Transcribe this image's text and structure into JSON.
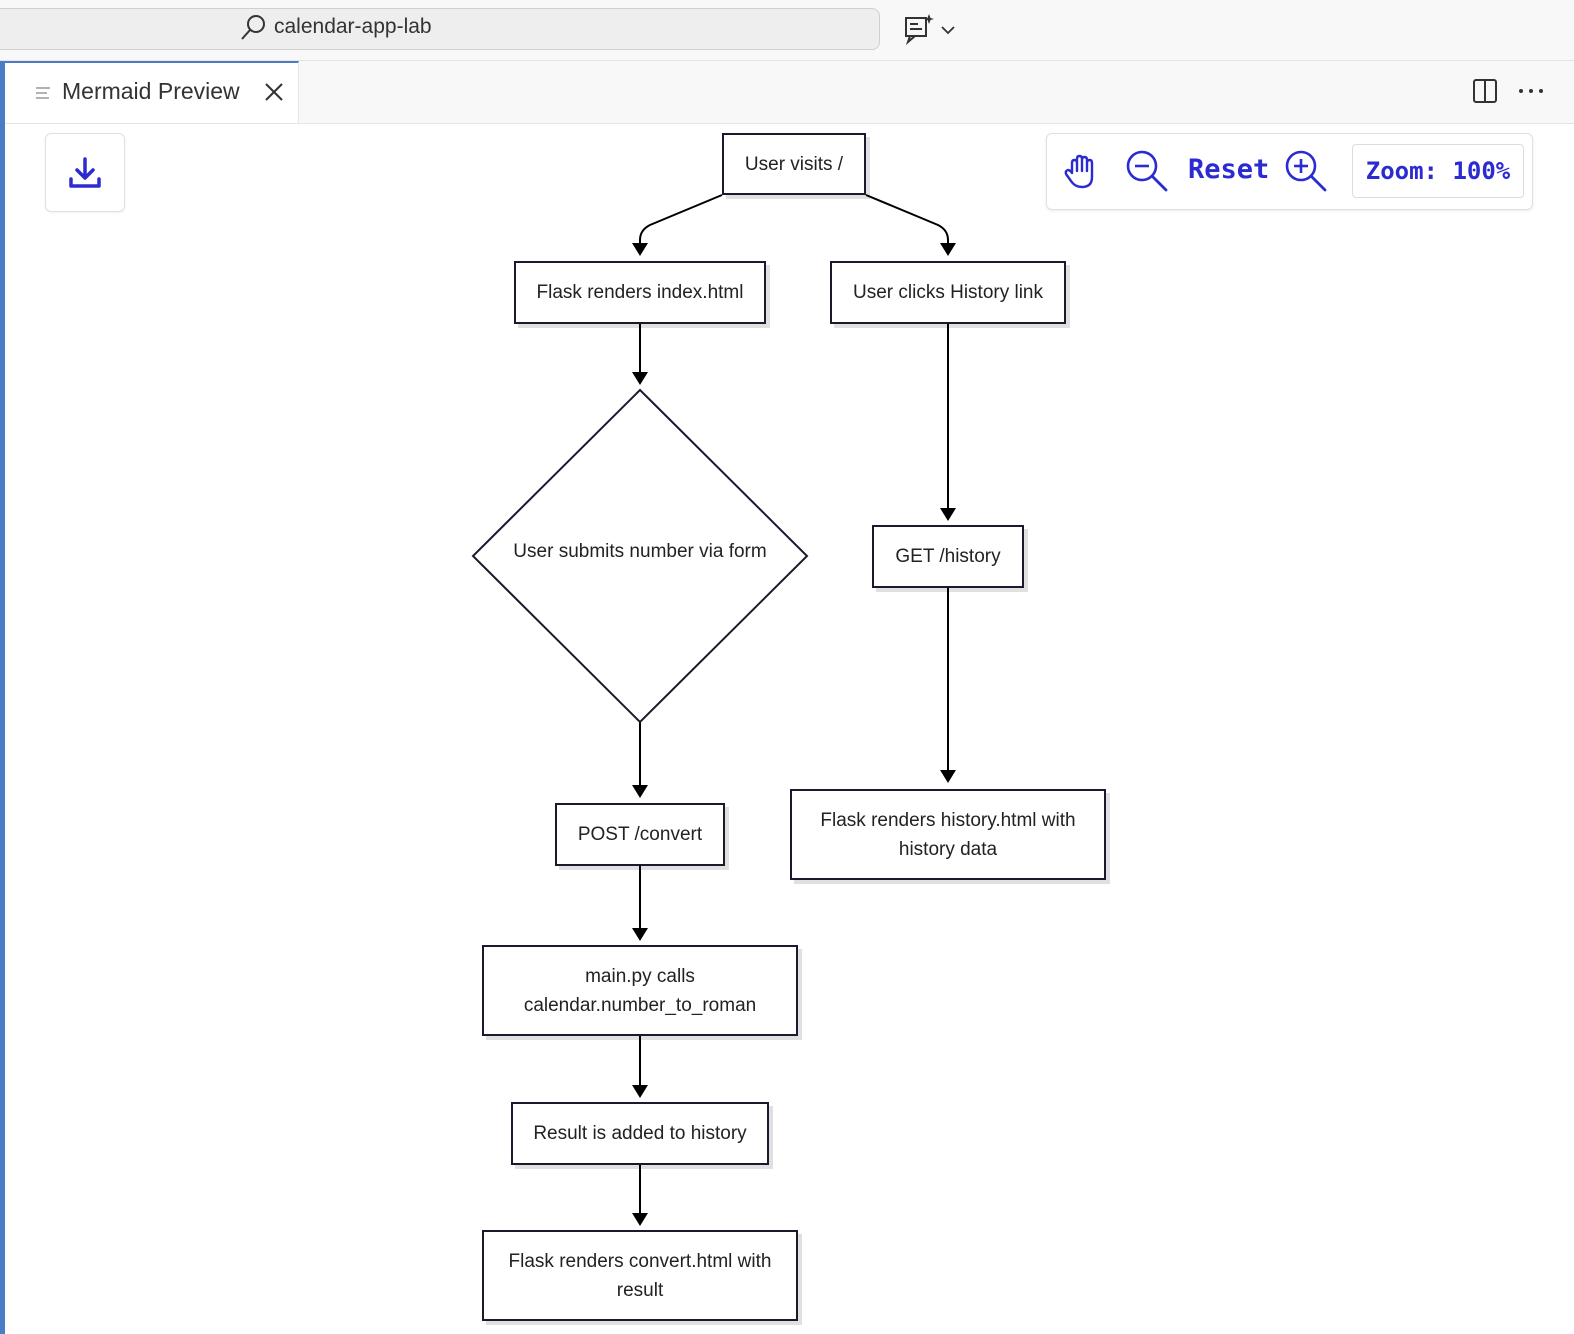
{
  "window": {
    "search_text": "calendar-app-lab"
  },
  "tab": {
    "label": "Mermaid Preview"
  },
  "toolbar": {
    "reset_label": "Reset",
    "zoom_label": "Zoom: 100%"
  },
  "colors": {
    "accent": "#2b2bd1",
    "node_border": "#1a1a2e",
    "edge": "#000000",
    "active_tab_border": "#4a7dc6"
  },
  "icons": [
    "search-icon",
    "chat-sparkle-icon",
    "chevron-down-icon",
    "list-icon",
    "close-icon",
    "split-editor-icon",
    "more-icon",
    "download-icon",
    "hand-pan-icon",
    "zoom-out-icon",
    "zoom-in-icon"
  ],
  "diagram": {
    "nodes": {
      "user_visits": "User visits /",
      "flask_index": "Flask renders index.html",
      "history_link": "User clicks History link",
      "submit_form": "User submits number via form",
      "get_history": "GET /history",
      "post_convert": "POST /convert",
      "history_render": "Flask renders history.html with history data",
      "main_calls": "main.py calls calendar.number_to_roman",
      "result_added": "Result is added to history",
      "convert_render": "Flask renders convert.html with result"
    }
  }
}
